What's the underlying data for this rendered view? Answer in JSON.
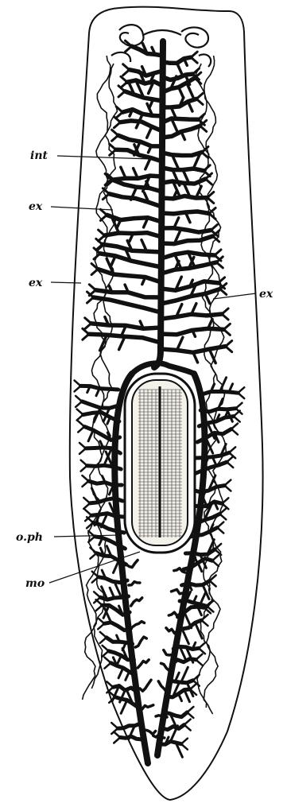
{
  "figure": {
    "labels": {
      "int": "int",
      "ex_upper_left": "ex",
      "ex_mid_left": "ex",
      "ex_right": "ex",
      "o_ph": "o.ph",
      "mo": "mo"
    },
    "colors": {
      "ink": "#111111",
      "background": "#ffffff",
      "pharynx_fill": "#f4f1ea"
    }
  }
}
